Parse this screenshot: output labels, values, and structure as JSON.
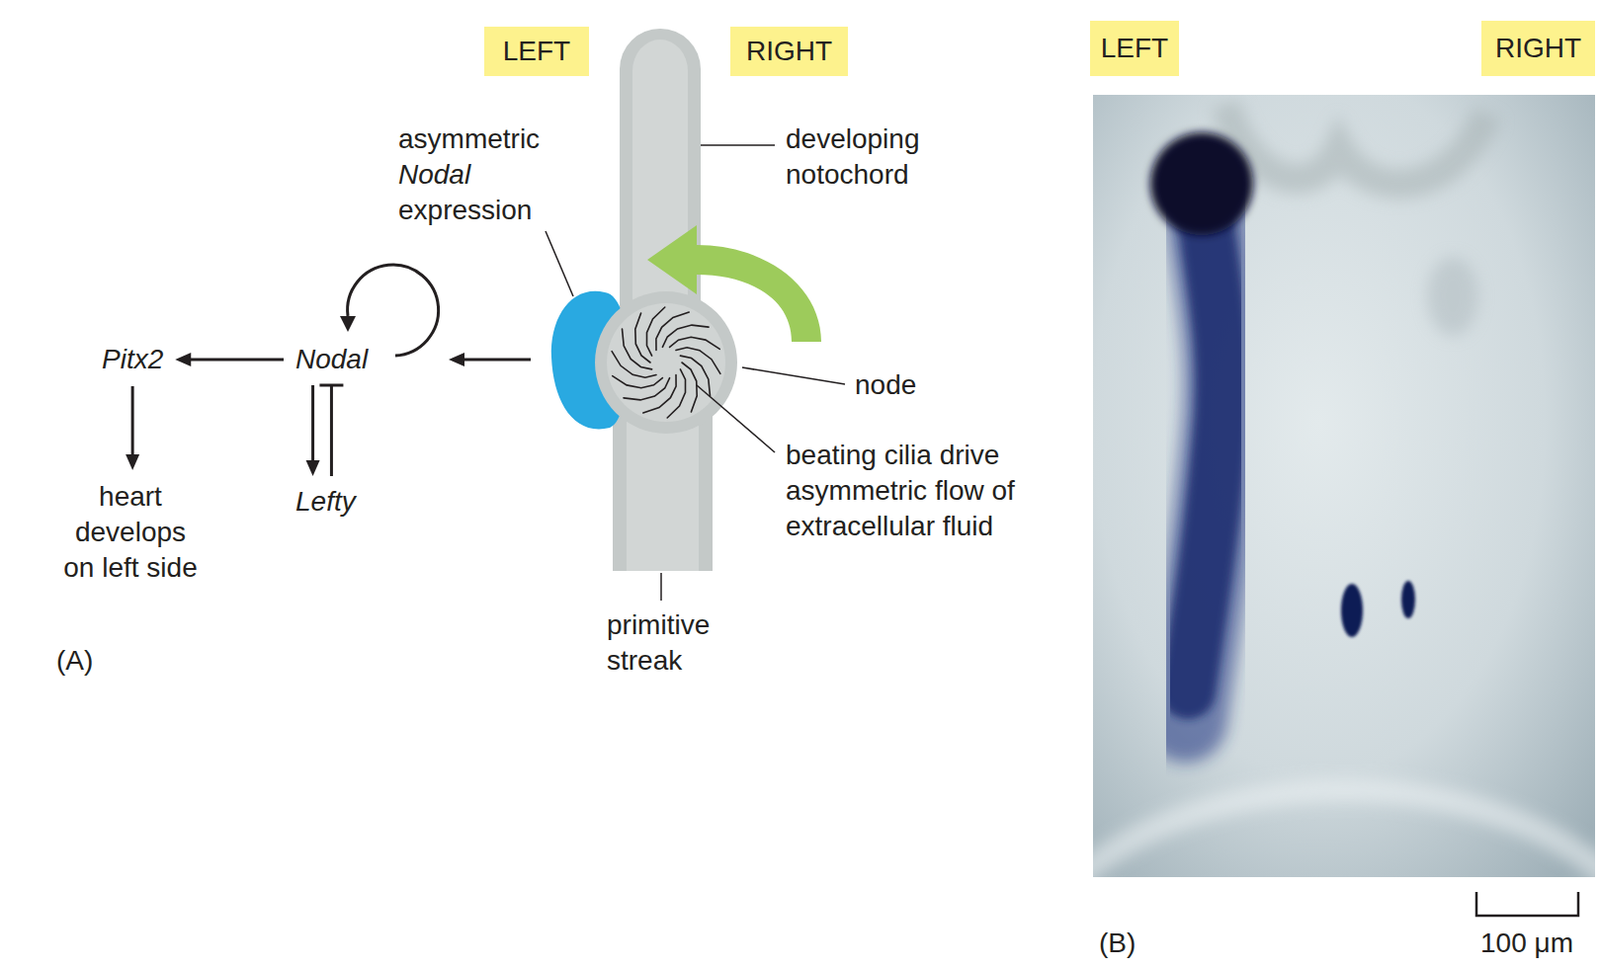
{
  "diagram": {
    "nodes": [
      {
        "text": [
          "LEFT"
        ]
      },
      {
        "text": [
          "RIGHT"
        ]
      },
      {
        "text": [
          "Pitx2"
        ]
      },
      {
        "text": [
          "Nodal"
        ]
      },
      {
        "text": [
          "Lefty"
        ]
      },
      {
        "text": [
          "heart develops on left side"
        ]
      },
      {
        "text": [
          "LEFT"
        ]
      },
      {
        "text": [
          "RIGHT"
        ]
      }
    ],
    "edges": [
      {
        "from": 3,
        "to": 2,
        "arrow": "to"
      },
      {
        "from": 2,
        "to": 5,
        "arrow": "to"
      },
      {
        "from": 3,
        "to": 4,
        "arrow": "to"
      },
      {
        "from": 4,
        "to": 3,
        "arrow": "none"
      }
    ],
    "labels": [
      "asymmetric Nodal expression",
      "developing notochord",
      "node",
      "beating cilia drive asymmetric flow of extracellular fluid",
      "primitive streak",
      "(A)",
      "(B)",
      "100 μm"
    ]
  }
}
